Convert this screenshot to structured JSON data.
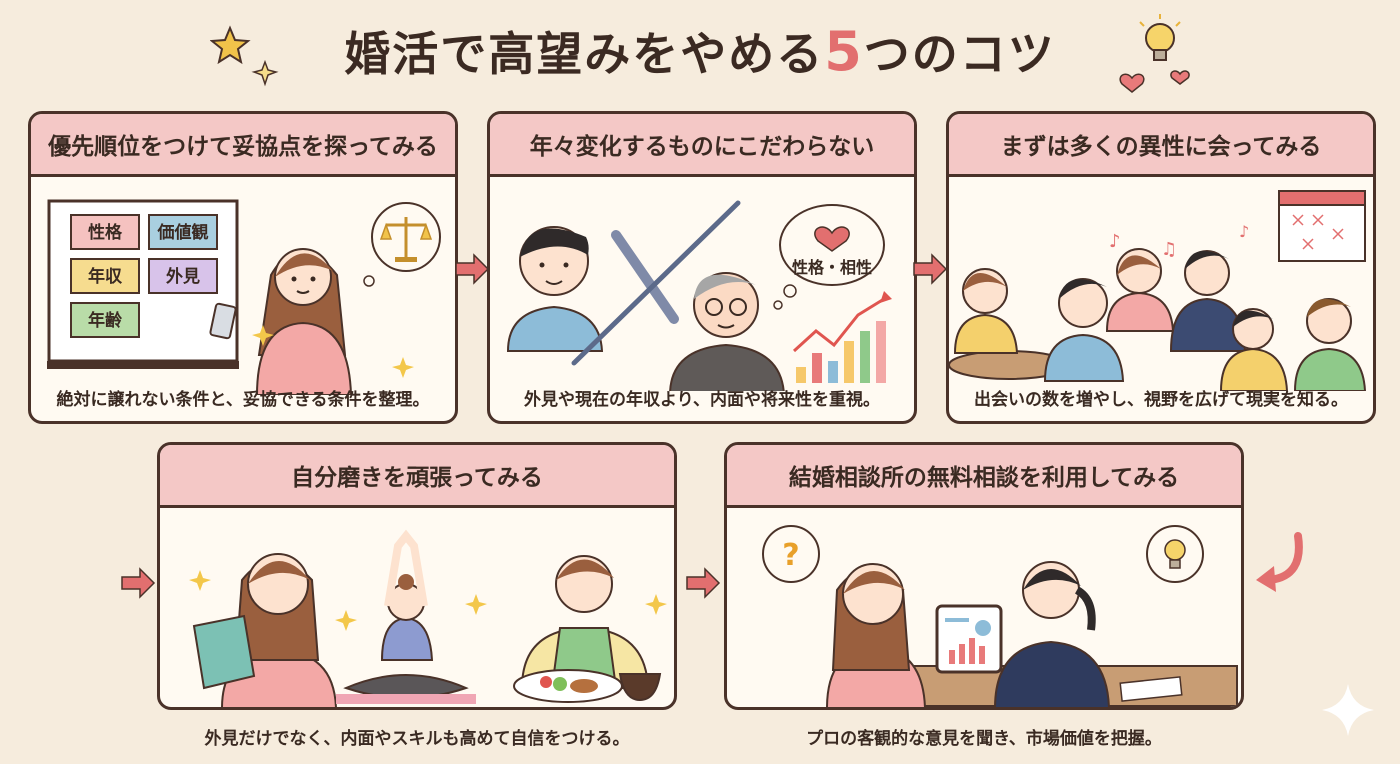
{
  "title": {
    "before": "婚活で高望みをやめる",
    "number": "5",
    "after": "つのコツ"
  },
  "tips": [
    {
      "heading": "優先順位をつけて妥協点を探ってみる",
      "caption": "絶対に譲れない条件と、妥協できる条件を整理。",
      "notes": [
        "性格",
        "価値観",
        "年収",
        "外見",
        "年齢"
      ]
    },
    {
      "heading": "年々変化するものにこだわらない",
      "caption": "外見や現在の年収より、内面や将来性を重視。",
      "bubble": "性格・相性"
    },
    {
      "heading": "まずは多くの異性に会ってみる",
      "caption": "出会いの数を増やし、視野を広げて現実を知る。"
    },
    {
      "heading": "自分磨きを頑張ってみる",
      "caption": "外見だけでなく、内面やスキルも高めて自信をつける。"
    },
    {
      "heading": "結婚相談所の無料相談を利用してみる",
      "caption": "プロの客観的な意見を聞き、市場価値を把握。"
    }
  ],
  "colors": {
    "header": "#f4c8c6",
    "arrow": "#e26f6f",
    "border": "#4a3229",
    "background": "#f6ecdd"
  }
}
